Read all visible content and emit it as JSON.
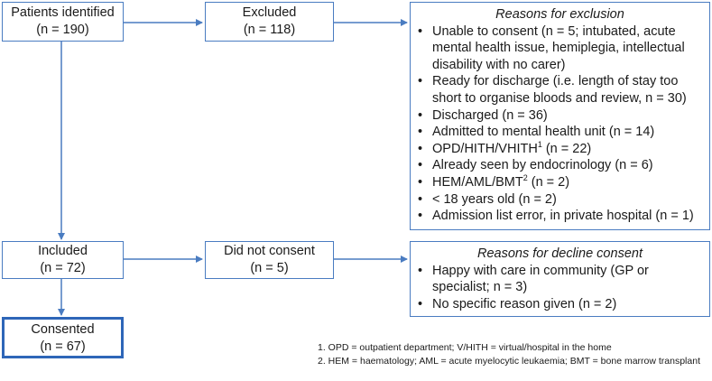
{
  "identified": {
    "label": "Patients identified",
    "count": "(n = 190)"
  },
  "excluded": {
    "label": "Excluded",
    "count": "(n = 118)"
  },
  "exclusion_reasons": {
    "title": "Reasons for exclusion",
    "items": [
      {
        "text": "Unable to consent (n = 5; intubated, acute mental health issue, hemiplegia, intellectual disability with no carer)"
      },
      {
        "text": "Ready for discharge (i.e. length of stay too short to organise bloods and review, n = 30)"
      },
      {
        "text": "Discharged (n = 36)"
      },
      {
        "text": "Admitted to mental health unit (n = 14)"
      },
      {
        "text": "OPD/HITH/VHITH",
        "sup": "1",
        "after": " (n = 22)"
      },
      {
        "text": "Already seen by endocrinology (n = 6)"
      },
      {
        "text": "HEM/AML/BMT",
        "sup": "2",
        "after": " (n = 2)"
      },
      {
        "text": "< 18 years old (n = 2)"
      },
      {
        "text": "Admission list error, in private hospital (n = 1)"
      }
    ]
  },
  "included": {
    "label": "Included",
    "count": "(n = 72)"
  },
  "not_consent": {
    "label": "Did not consent",
    "count": "(n = 5)"
  },
  "decline_reasons": {
    "title": "Reasons for decline consent",
    "items": [
      {
        "text": "Happy with care in community (GP or specialist; n = 3)"
      },
      {
        "text": "No specific reason given (n = 2)"
      }
    ]
  },
  "consented": {
    "label": "Consented",
    "count": "(n = 67)"
  },
  "footnotes": [
    "1. OPD = outpatient department; V/HITH = virtual/hospital in the home",
    "2. HEM = haematology; AML = acute myelocytic leukaemia; BMT = bone marrow transplant"
  ],
  "colors": {
    "border": "#4a7cc1",
    "arrow": "#4a7cc1"
  }
}
